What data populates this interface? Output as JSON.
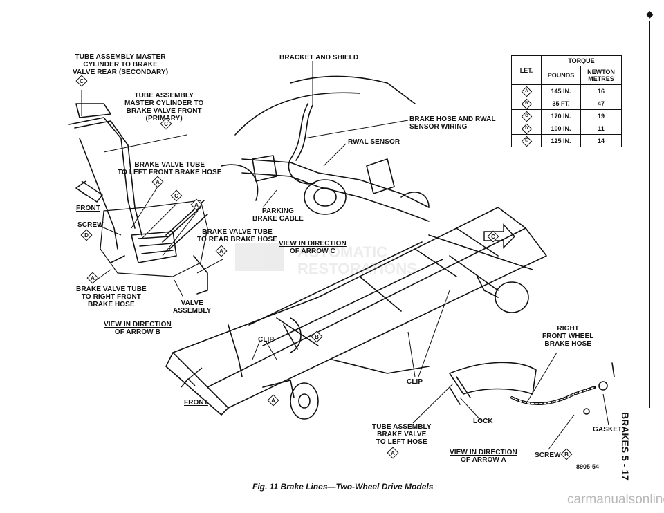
{
  "labels": {
    "master_to_rear": "TUBE ASSEMBLY MASTER\nCYLINDER TO BRAKE\nVALVE REAR (SECONDARY)",
    "bracket_shield": "BRACKET AND SHIELD",
    "master_to_front": "TUBE ASSEMBLY\nMASTER CYLINDER TO\nBRAKE VALVE FRONT\n(PRIMARY)",
    "brake_hose_rwal": "BRAKE HOSE AND RWAL\nSENSOR WIRING",
    "rwal_sensor": "RWAL SENSOR",
    "valve_to_left_front": "BRAKE VALVE TUBE\nTO LEFT FRONT BRAKE HOSE",
    "front_top": "FRONT",
    "screw_top": "SCREW",
    "parking_cable": "PARKING\nBRAKE CABLE",
    "valve_to_rear": "BRAKE VALVE TUBE\nTO REAR BRAKE HOSE",
    "view_arrow_c": "VIEW IN DIRECTION\nOF ARROW C",
    "valve_to_right_front": "BRAKE VALVE TUBE\nTO RIGHT FRONT\nBRAKE HOSE",
    "valve_assembly": "VALVE\nASSEMBLY",
    "view_arrow_b": "VIEW IN DIRECTION\nOF ARROW B",
    "clip_1": "CLIP",
    "clip_2": "CLIP",
    "right_front_hose": "RIGHT\nFRONT WHEEL\nBRAKE HOSE",
    "front_bottom": "FRONT",
    "tube_valve_left": "TUBE ASSEMBLY\nBRAKE VALVE\nTO LEFT HOSE",
    "lock": "LOCK",
    "gasket": "GASKET",
    "view_arrow_a": "VIEW IN DIRECTION\nOF ARROW A",
    "screw_bottom": "SCREW"
  },
  "tags": {
    "c1": "C",
    "c2": "C",
    "a1": "A",
    "c3": "C",
    "a2": "A",
    "d1": "D",
    "a3": "A",
    "a4": "A",
    "c4": "C",
    "b1": "B",
    "a5": "A",
    "a6": "A",
    "b2": "B"
  },
  "torque_table": {
    "col_letter": "LET.",
    "col_torque": "TORQUE",
    "col_pounds": "POUNDS",
    "col_newton": "NEWTON\nMETRES",
    "rows": [
      {
        "letter": "A",
        "pounds": "145 IN.",
        "newton": "16"
      },
      {
        "letter": "B",
        "pounds": "35 FT.",
        "newton": "47"
      },
      {
        "letter": "C",
        "pounds": "170 IN.",
        "newton": "19"
      },
      {
        "letter": "D",
        "pounds": "100 IN.",
        "newton": "11"
      },
      {
        "letter": "E",
        "pounds": "125 IN.",
        "newton": "14"
      }
    ]
  },
  "figure_number": "8905-54",
  "caption": "Fig. 11 Brake Lines—Two-Wheel Drive Models",
  "side_text": "BRAKES   5 - 17",
  "watermark": "carmanualsonline.info"
}
